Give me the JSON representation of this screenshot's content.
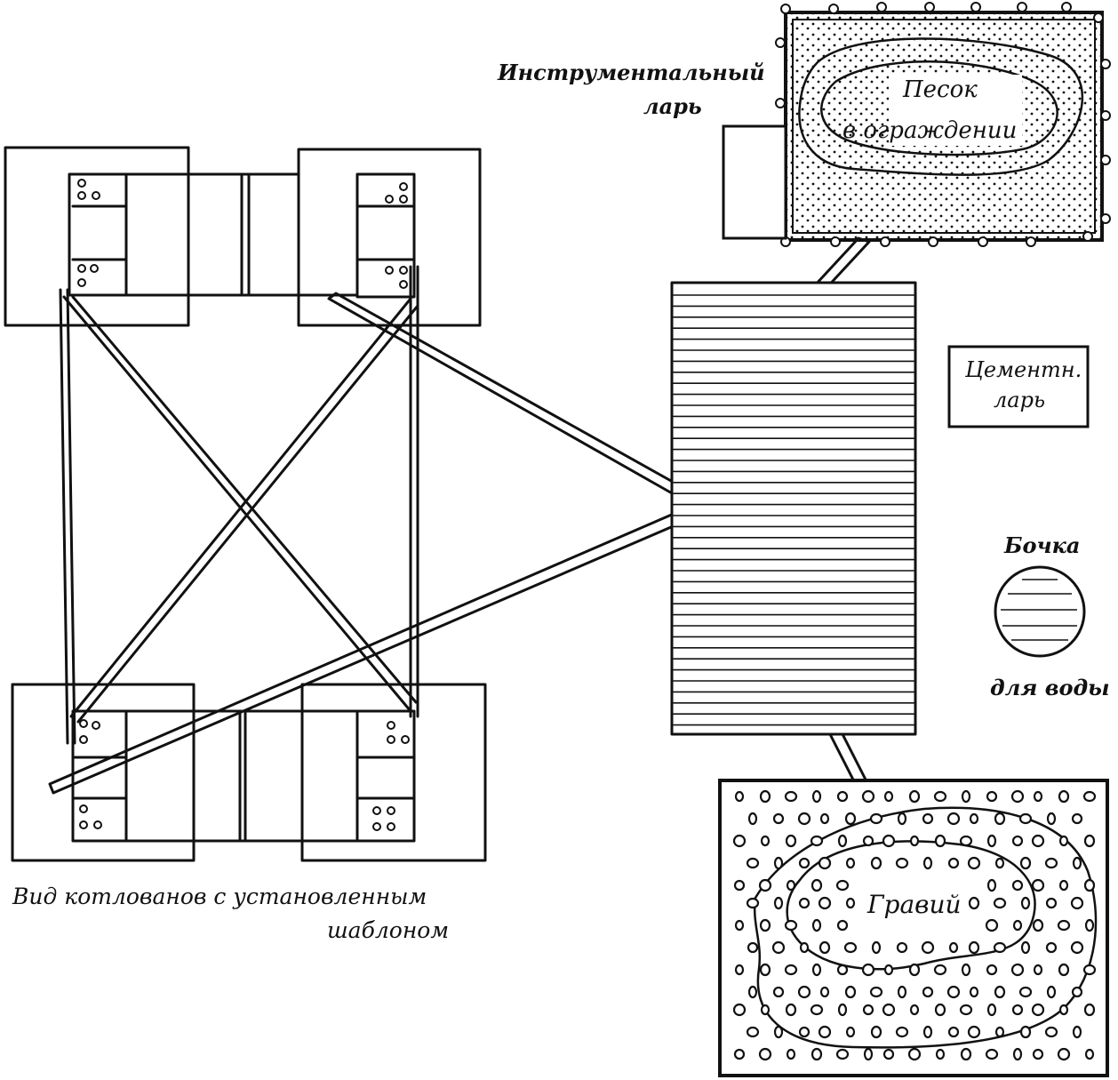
{
  "labels": {
    "tool_box_line1": "Инструментальный",
    "tool_box_line2": "ларь",
    "sand_line1": "Песок",
    "sand_line2": "в ограждении",
    "cement_line1": "Цементн.",
    "cement_line2": "ларь",
    "barrel_top": "Бочка",
    "barrel_bottom": "для воды",
    "gravel": "Гравий",
    "pits_caption_line1": "Вид котлованов с установленным",
    "pits_caption_line2": "шаблоном"
  },
  "colors": {
    "ink": "#111111",
    "paper": "#ffffff"
  }
}
